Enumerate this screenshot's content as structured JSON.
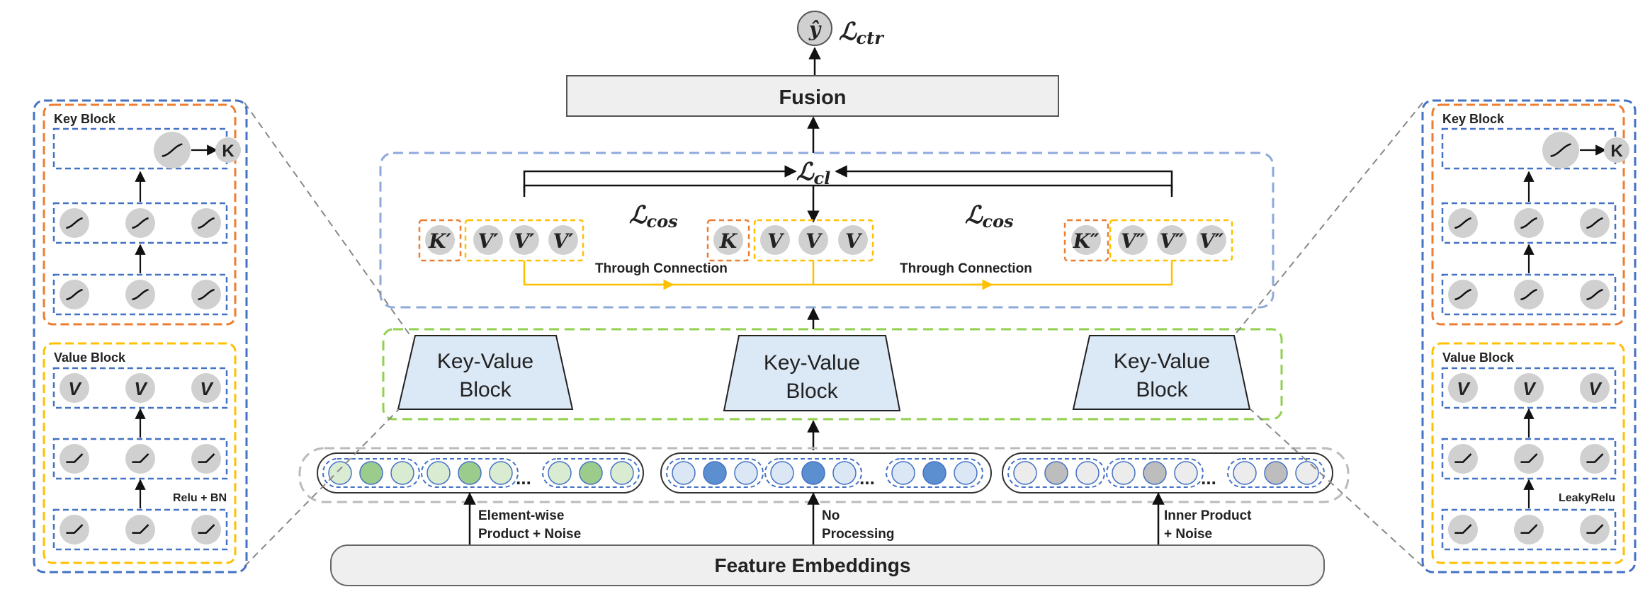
{
  "output": {
    "symbol": "ŷ",
    "loss_label": "ℒctr",
    "loss_main": "ℒ",
    "loss_sub": "ctr"
  },
  "fusion": {
    "label": "Fusion"
  },
  "contrastive": {
    "loss_cl_main": "ℒ",
    "loss_cl_sub": "cl",
    "loss_cos_main": "ℒ",
    "loss_cos_sub": "cos",
    "through_connection": "Through Connection",
    "groups": [
      {
        "key": "K′",
        "values": [
          "V′",
          "V′",
          "V′"
        ]
      },
      {
        "key": "K",
        "values": [
          "V",
          "V",
          "V"
        ]
      },
      {
        "key": "K″",
        "values": [
          "V″",
          "V″",
          "V″"
        ]
      }
    ]
  },
  "kv_blocks": [
    {
      "line1": "Key-Value",
      "line2": "Block"
    },
    {
      "line1": "Key-Value",
      "line2": "Block"
    },
    {
      "line1": "Key-Value",
      "line2": "Block"
    }
  ],
  "embeddings": {
    "ellipsis": "...",
    "colors": {
      "green_light": "#d9ecd2",
      "green_dark": "#9ccc8c",
      "blue_light": "#dbe7f5",
      "blue_dark": "#5b8fcf",
      "gray_light": "#ececec",
      "gray_dark": "#bdbdbd"
    }
  },
  "processing": [
    {
      "line1": "Element-wise",
      "line2": "Product + Noise"
    },
    {
      "line1": "No",
      "line2": "Processing"
    },
    {
      "line1": "Inner Product",
      "line2": "+ Noise"
    }
  ],
  "feature_embeddings": {
    "label": "Feature Embeddings"
  },
  "left_detail": {
    "key_block_title": "Key Block",
    "key_symbol": "K",
    "value_block_title": "Value Block",
    "value_symbol": "V",
    "activation_note": "Relu + BN"
  },
  "right_detail": {
    "key_block_title": "Key Block",
    "key_symbol": "K",
    "value_block_title": "Value Block",
    "value_symbol": "V",
    "activation_note": "LeakyRelu"
  },
  "palette": {
    "blue_dash": "#4472c4",
    "light_blue_dash": "#8eaadb",
    "orange_dash": "#ed7d31",
    "yellow_dash": "#ffc000",
    "green_dash": "#92d050",
    "kv_fill": "#dbe8f5",
    "node_gray": "#d0d0d0",
    "box_gray": "#efefef"
  }
}
